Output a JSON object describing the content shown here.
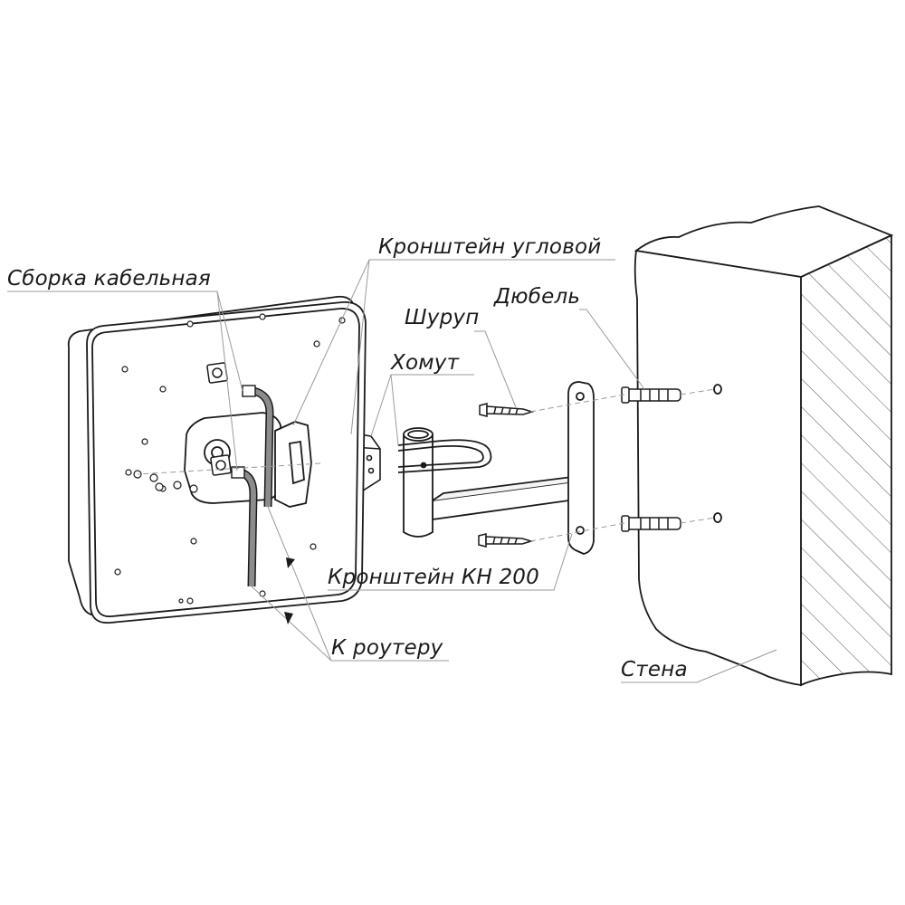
{
  "labels": {
    "cable_assembly": "Сборка кабельная",
    "corner_bracket": "Кронштейн угловой",
    "dowel": "Дюбель",
    "screw": "Шуруп",
    "clamp": "Хомут",
    "bracket_kn200": "Кронштейн КН 200",
    "to_router": "К роутеру",
    "wall": "Стена"
  },
  "colors": {
    "ink": "#1a1a1a",
    "leader": "#9a9a9a",
    "cable": "#8c8c8c",
    "background": "#ffffff"
  }
}
